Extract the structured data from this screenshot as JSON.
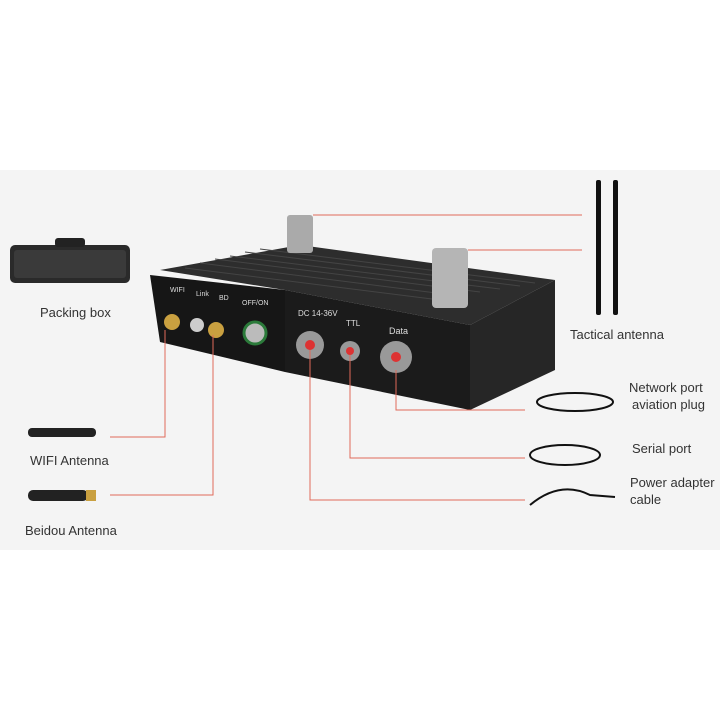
{
  "labels": {
    "packing_box": "Packing box",
    "wifi_antenna": "WIFI Antenna",
    "beidou_antenna": "Beidou Antenna",
    "tactical_antenna": "Tactical antenna",
    "network_port_line1": "Network port",
    "network_port_line2": "aviation plug",
    "serial_port": "Serial port",
    "power_adapter_line1": "Power adapter",
    "power_adapter_line2": "cable"
  },
  "device_panel": {
    "wifi": "WIFI",
    "link": "Link",
    "bd": "BD",
    "off_on": "OFF/ON",
    "dc": "DC 14-36V",
    "ttl": "TTL",
    "data": "Data"
  },
  "colors": {
    "leader_line": "#e06a5a",
    "panel_bg": "#f4f4f4",
    "device": "#1b1b1b"
  }
}
